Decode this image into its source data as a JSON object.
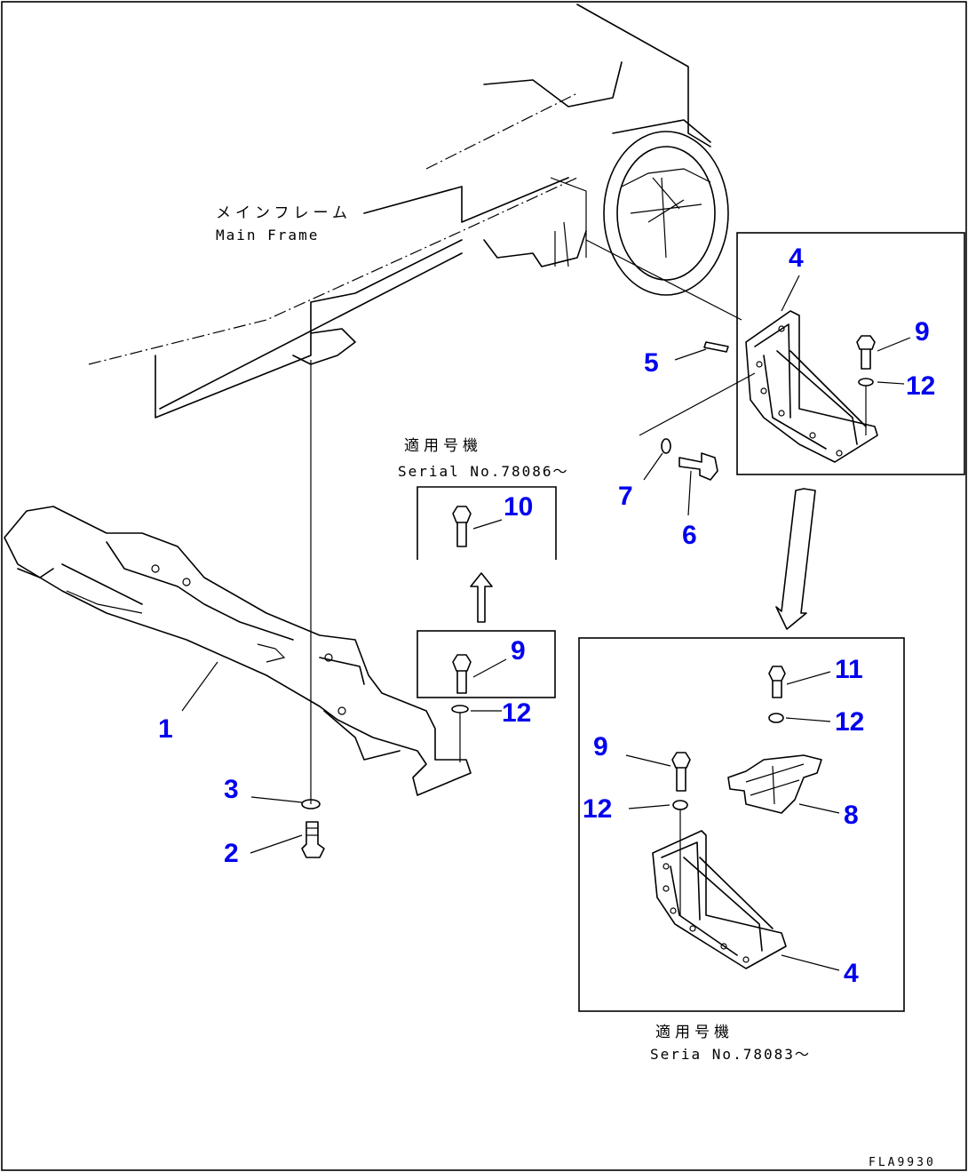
{
  "labels": {
    "main_frame_jp": "メインフレーム",
    "main_frame_en": "Main Frame",
    "serial1_jp": "適用号機",
    "serial1_en": "Serial No.78086～",
    "serial2_jp": "適用号機",
    "serial2_en": "Seria  No.78083～",
    "drawing_code": "FLA9930"
  },
  "callouts": {
    "c1": "1",
    "c2": "2",
    "c3": "3",
    "c4a": "4",
    "c4b": "4",
    "c5": "5",
    "c6": "6",
    "c7": "7",
    "c8": "8",
    "c9a": "9",
    "c9b": "9",
    "c9c": "9",
    "c10": "10",
    "c11": "11",
    "c12a": "12",
    "c12b": "12",
    "c12c": "12",
    "c12d": "12"
  },
  "colors": {
    "callout": "#0000ee",
    "line": "#000000",
    "background": "#ffffff"
  }
}
